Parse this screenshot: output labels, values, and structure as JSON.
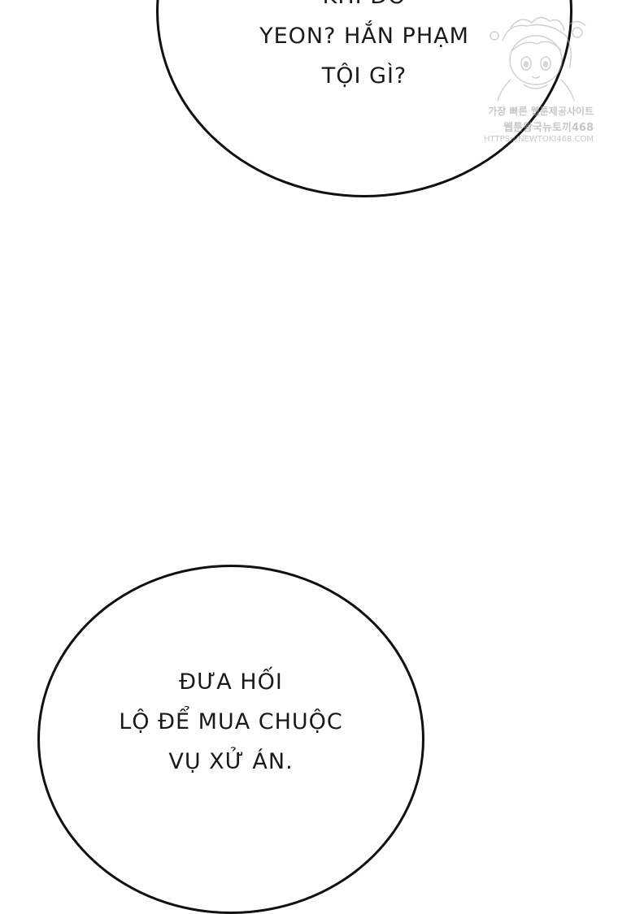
{
  "page": {
    "background": "#ffffff",
    "bubble_border_color": "#111111",
    "text_color": "#1a1a1a"
  },
  "bubbles": [
    {
      "lines": [
        "KHI ĐÓ",
        "YEON? HẮN PHẠM",
        "TỘI GÌ?"
      ]
    },
    {
      "lines": [
        "ĐƯA HỐI",
        "LỘ ĐỂ MUA CHUỘC",
        "VỤ XỬ ÁN."
      ]
    }
  ],
  "watermark": {
    "icon": "anime-girl-mascot-icon",
    "lines": [
      "가장 빠른 웹툰제공사이트",
      "웹툰왕국뉴토끼468",
      "HTTPS://NEWTOKI468.COM"
    ]
  }
}
